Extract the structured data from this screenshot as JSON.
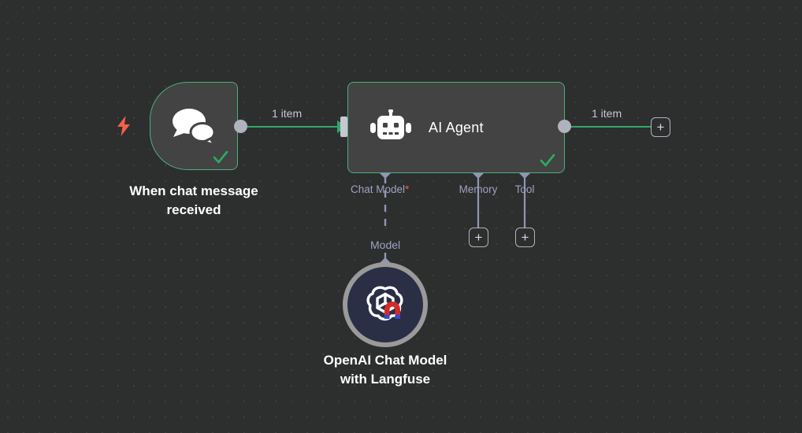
{
  "canvas": {
    "background_color": "#2d2e2e",
    "grid_dot_color": "#3d3e3e",
    "accent_green": "#4caf7d",
    "connector_lavender": "#9097b5",
    "trigger_bolt_color": "#f2614a"
  },
  "nodes": {
    "trigger": {
      "title": "When chat message\nreceived",
      "icon": "chat-bubbles-icon",
      "status_icon": "check-icon",
      "trigger_icon": "lightning-bolt-icon"
    },
    "agent": {
      "title": "AI Agent",
      "icon": "robot-icon",
      "status_icon": "check-icon"
    },
    "model": {
      "title": "OpenAI Chat Model\nwith Langfuse",
      "icon": "openai-langfuse-icon"
    }
  },
  "connections": {
    "trigger_to_agent_label": "1 item",
    "agent_output_label": "1 item",
    "model_link_label": "Model"
  },
  "sub_connectors": [
    {
      "label": "Chat Model",
      "required": "*",
      "has_node": true
    },
    {
      "label": "Memory",
      "required": "",
      "has_node": false
    },
    {
      "label": "Tool",
      "required": "",
      "has_node": false
    }
  ],
  "buttons": {
    "add_output": "+",
    "add_memory": "+",
    "add_tool": "+"
  }
}
